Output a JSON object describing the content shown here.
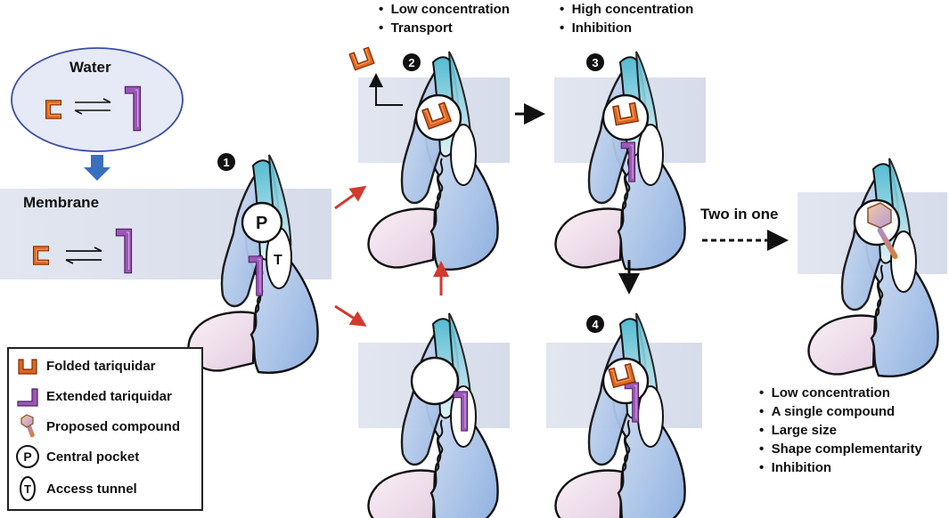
{
  "labels": {
    "water": "Water",
    "membrane": "Membrane",
    "two_in_one": "Two in one",
    "pocket": "P",
    "tunnel": "T"
  },
  "steps": [
    "1",
    "2",
    "3",
    "4"
  ],
  "transport_notes": [
    "Low concentration",
    "Transport"
  ],
  "inhibition_notes": [
    "High concentration",
    "Inhibition"
  ],
  "compound_notes": [
    "Low concentration",
    "A single compound",
    "Large size",
    "Shape complementarity",
    "Inhibition"
  ],
  "legend": [
    {
      "icon": "folded-tariquidar-icon",
      "label": "Folded tariquidar"
    },
    {
      "icon": "extended-tariquidar-icon",
      "label": "Extended tariquidar"
    },
    {
      "icon": "proposed-compound-icon",
      "label": "Proposed compound"
    },
    {
      "icon": "central-pocket-icon",
      "label": "Central pocket"
    },
    {
      "icon": "access-tunnel-icon",
      "label": "Access tunnel"
    }
  ],
  "colors": {
    "folded": "#e0661c",
    "extended": "#9b57b6",
    "membrane": "#dfe4ef",
    "water_fill": "#e6e9f6",
    "blue_arrow": "#3a6fc0",
    "red_arrow": "#d23a2e",
    "protein_blue": "#a9c0e2",
    "protein_pink": "#efdde9",
    "protein_cyan": "#8ed1e0"
  }
}
